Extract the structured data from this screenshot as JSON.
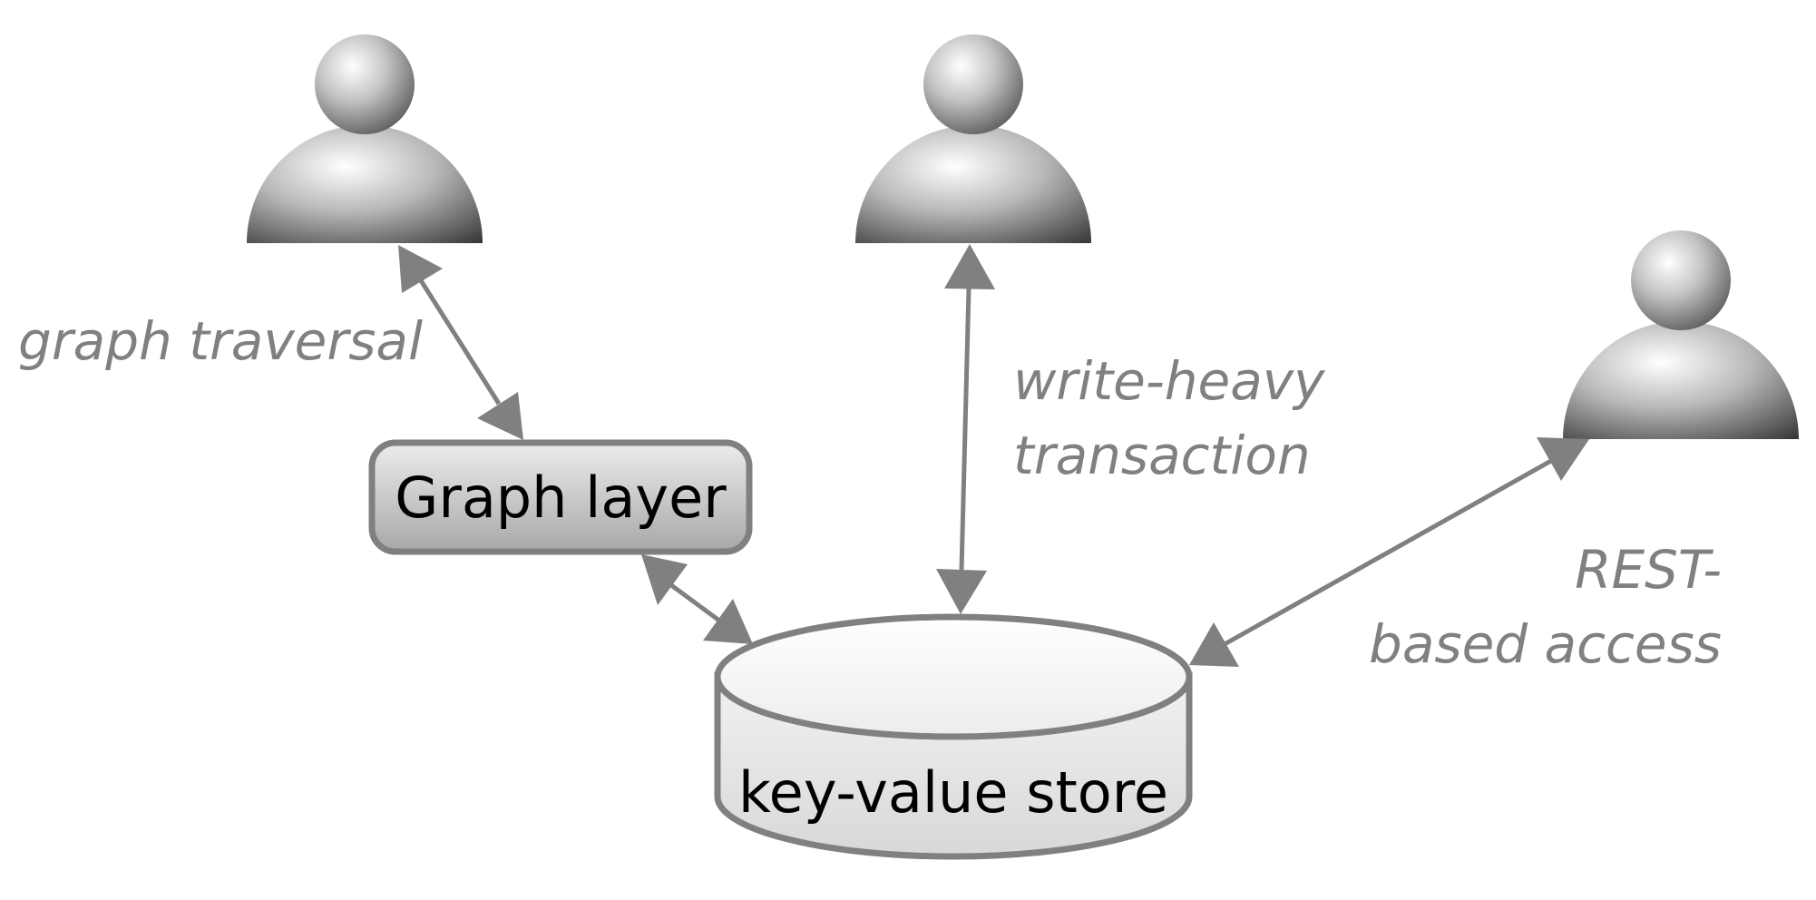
{
  "diagram": {
    "nodes": {
      "graph_layer": {
        "label": "Graph layer"
      },
      "kv_store": {
        "label": "key-value store"
      }
    },
    "actors": [
      {
        "id": "user-1",
        "icon": "user-icon"
      },
      {
        "id": "user-2",
        "icon": "user-icon"
      },
      {
        "id": "user-3",
        "icon": "user-icon"
      }
    ],
    "edge_labels": {
      "graph_traversal": "graph traversal",
      "write_heavy_line1": "write-heavy",
      "write_heavy_line2": "transaction",
      "rest_line1": "REST-",
      "rest_line2": "based access"
    },
    "colors": {
      "edge": "#808080",
      "text_label": "#808080",
      "node_border": "#808080"
    }
  }
}
